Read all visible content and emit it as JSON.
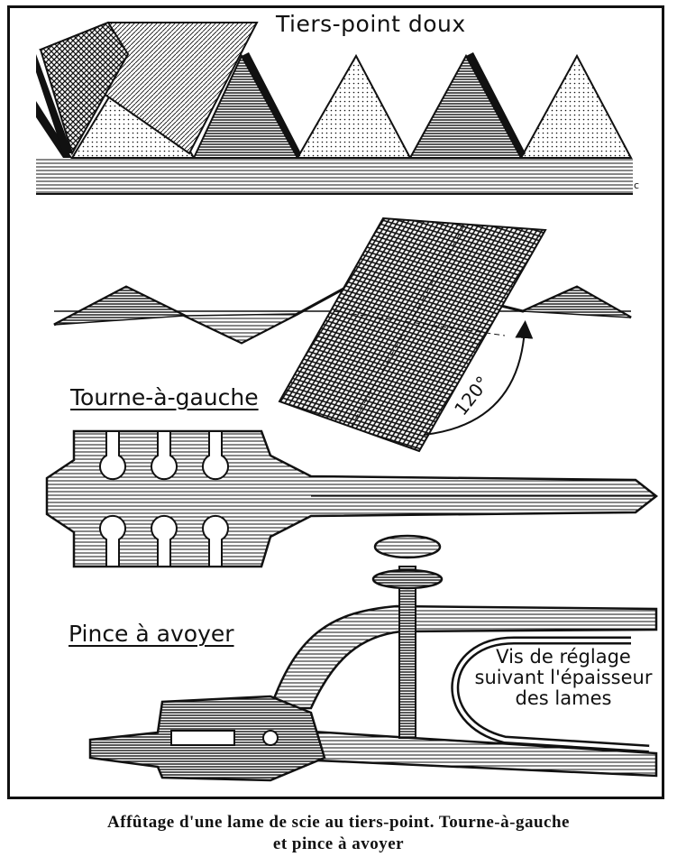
{
  "labels": {
    "tiers_point": "Tiers-point doux",
    "tourne": "Tourne-à-gauche",
    "pince": "Pince à avoyer",
    "vis_lines": [
      "Vis de réglage",
      "suivant l'épaisseur",
      "des lames"
    ],
    "angle": "120°",
    "corner_mark": "c"
  },
  "caption_lines": [
    "Affûtage d'une lame de scie au tiers-point. Tourne-à-gauche",
    "et pince à avoyer"
  ],
  "colors": {
    "ink": "#111111",
    "paper": "#ffffff"
  }
}
